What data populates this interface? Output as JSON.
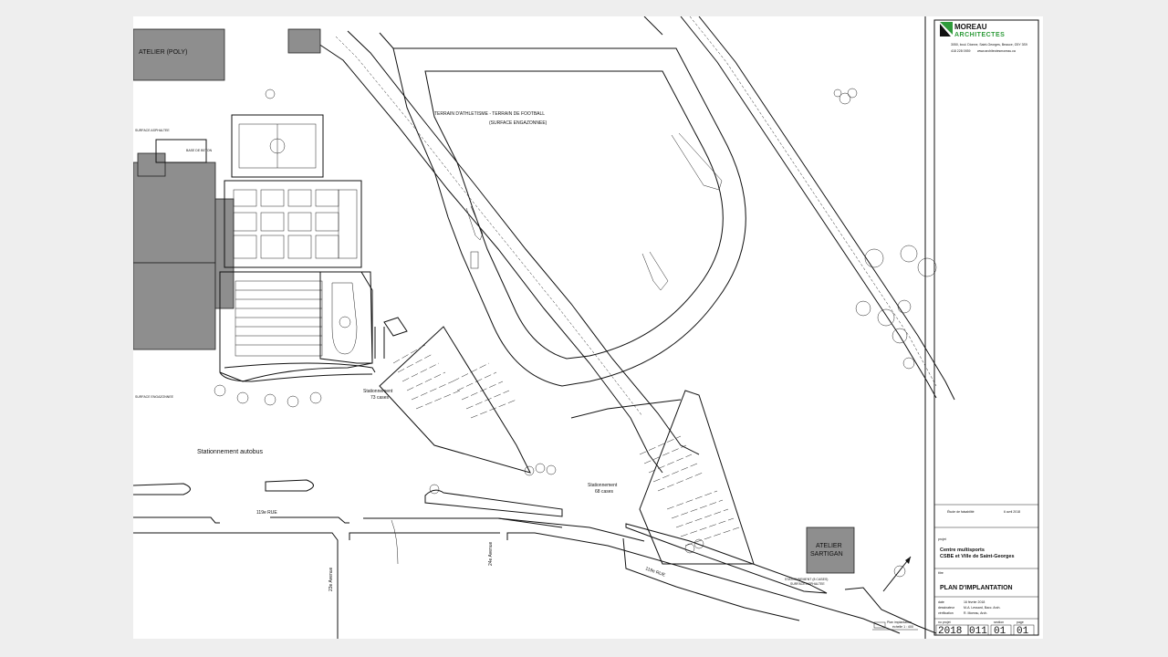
{
  "firm": {
    "name_line1": "MOREAU",
    "name_line2": "ARCHITECTES",
    "address": "3050, boul. Dionne, Saint-Georges, Beauce, G5Y 3S9",
    "phone": "418 228 0939",
    "web": "www.architectesmoreau.ca",
    "logo_color": "#2e9b3a"
  },
  "labels": {
    "atelier_poly": "ATELIER (POLY)",
    "field_line1": "TERRAIN D'ATHLETISME - TERRAIN DE FOOTBALL",
    "field_line2": "(SURFACE ENGAZONNEE)",
    "surface_asphaltee": "SURFACE ASPHALTEE",
    "base_beton": "BASE DE BETON",
    "parking73_line1": "Stationnement",
    "parking73_line2": "73 cases",
    "parking68_line1": "Stationnement",
    "parking68_line2": "68 cases",
    "surface_engazonnee": "SURFACE ENGAZONNEE",
    "bus_parking": "Stationnement autobus",
    "rue_119_a": "119e RUE",
    "rue_119_b": "119e RUE",
    "ave_23": "23e Avenue",
    "ave_24": "24e Avenue",
    "atelier_sartigan_line1": "ATELIER",
    "atelier_sartigan_line2": "SARTIGAN",
    "small_parking_line1": "STATIONNEMENT (8 CASES)",
    "small_parking_line2": "SURFACE ASPHALTEE",
    "scale_title": "Plan implantation",
    "scale_value": "échelle 1 : 400"
  },
  "title_block": {
    "status": "Étude de faisabilité",
    "status_date": "6 avril 2018",
    "project_label": "projet",
    "project_line1": "Centre multisports",
    "project_line2": "CSBE et Ville de Saint-Georges",
    "title_label": "titre",
    "title": "PLAN D'IMPLANTATION",
    "date_label": "date",
    "date_value": "16 février 2018",
    "drawn_label": "dessinateur",
    "drawn_value": "M-A. Lessard, Bacc. Arch.",
    "check_label": "vérification",
    "check_value": "R. Moreau, Arch.",
    "no_label": "no projet",
    "section_label": "section",
    "page_label": "page",
    "no_year": "2018",
    "no_seq": "011",
    "section": "01",
    "page": "01"
  }
}
